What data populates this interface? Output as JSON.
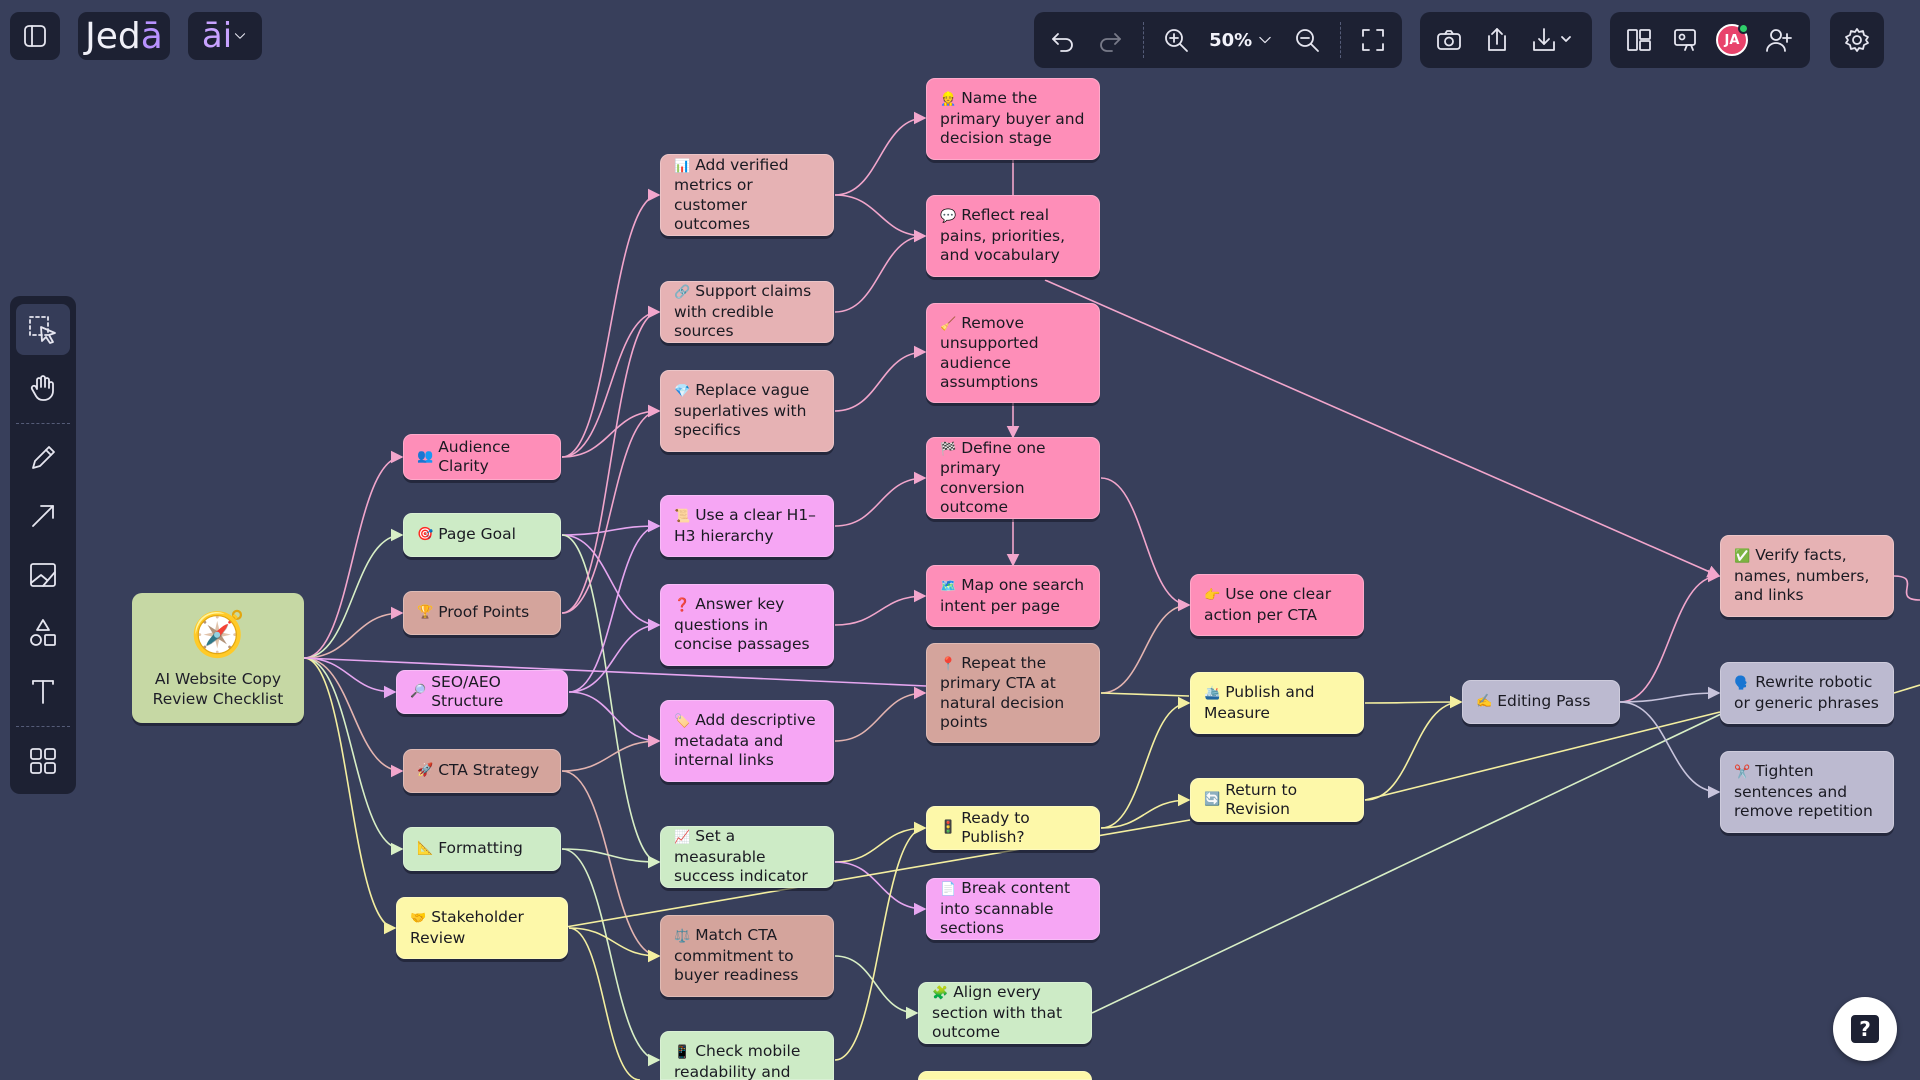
{
  "app": {
    "logo": "Jed",
    "logo_accent": "ā",
    "ai_menu": "āi"
  },
  "toolbar": {
    "zoom": "50%",
    "user_initials": "JA"
  },
  "help": {
    "label": "?"
  },
  "root": {
    "icon": "🧭",
    "label": "AI Website Copy Review Checklist"
  },
  "nodes": [
    {
      "label": "Audience Clarity",
      "emoji": "👥"
    },
    {
      "label": "Page Goal",
      "emoji": "🎯"
    },
    {
      "label": "Proof Points",
      "emoji": "🏆"
    },
    {
      "label": "SEO/AEO Structure",
      "emoji": "🔎"
    },
    {
      "label": "CTA Strategy",
      "emoji": "🚀"
    },
    {
      "label": "Formatting",
      "emoji": "📐"
    },
    {
      "label": "Stakeholder Review",
      "emoji": "🤝"
    },
    {
      "label": "Add verified metrics or customer outcomes",
      "emoji": "📊"
    },
    {
      "label": "Support claims with credible sources",
      "emoji": "🔗"
    },
    {
      "label": "Replace vague superlatives with specifics",
      "emoji": "💎"
    },
    {
      "label": "Use a clear H1–H3 hierarchy",
      "emoji": "📜"
    },
    {
      "label": "Answer key questions in concise passages",
      "emoji": "❓"
    },
    {
      "label": "Add descriptive metadata and internal links",
      "emoji": "🏷️"
    },
    {
      "label": "Set a measurable success indicator",
      "emoji": "📈"
    },
    {
      "label": "Match CTA commitment to buyer readiness",
      "emoji": "⚖️"
    },
    {
      "label": "Check mobile readability and",
      "emoji": "📱"
    },
    {
      "label": "Name the primary buyer and decision stage",
      "emoji": "👷"
    },
    {
      "label": "Reflect real pains, priorities, and vocabulary",
      "emoji": "💬"
    },
    {
      "label": "Remove unsupported audience assumptions",
      "emoji": "🧹"
    },
    {
      "label": "Define one primary conversion outcome",
      "emoji": "🏁"
    },
    {
      "label": "Map one search intent per page",
      "emoji": "🗺️"
    },
    {
      "label": "Repeat the primary CTA at natural decision points",
      "emoji": "📍"
    },
    {
      "label": "Ready to Publish?",
      "emoji": "🚦"
    },
    {
      "label": "Break content into scannable sections",
      "emoji": "📄"
    },
    {
      "label": "Align every section with that outcome",
      "emoji": "🧩"
    },
    {
      "label": "Use one clear action per CTA",
      "emoji": "👉"
    },
    {
      "label": "Publish and Measure",
      "emoji": "🛳️"
    },
    {
      "label": "Return to Revision",
      "emoji": "🔄"
    },
    {
      "label": "Editing Pass",
      "emoji": "✍️"
    },
    {
      "label": "Verify facts, names, numbers, and links",
      "emoji": "✅"
    },
    {
      "label": "Rewrite robotic or generic phrases",
      "emoji": "🗣️"
    },
    {
      "label": "Tighten sentences and remove repetition",
      "emoji": "✂️"
    }
  ]
}
